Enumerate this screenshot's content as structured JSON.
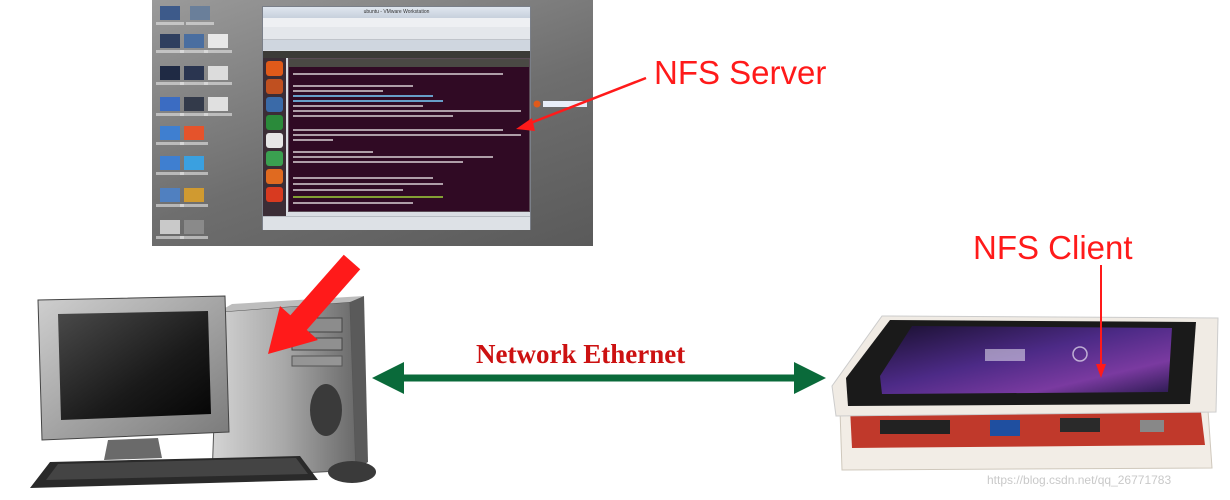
{
  "diagram": {
    "server_label": "NFS Server",
    "client_label": "NFS Client",
    "network_label": "Network Ethernet",
    "watermark": "https://blog.csdn.net/qq_26771783"
  },
  "vm_window": {
    "title": "ubuntu - VMware Workstation"
  },
  "colors": {
    "annotation_red": "#ff1a1a",
    "network_green": "#0a6a3a",
    "terminal_bg": "#300a24",
    "launcher_bg": "#3b2d36"
  },
  "icons": [
    "computer-icon",
    "embedded-board-icon",
    "bidirectional-arrow-icon"
  ]
}
